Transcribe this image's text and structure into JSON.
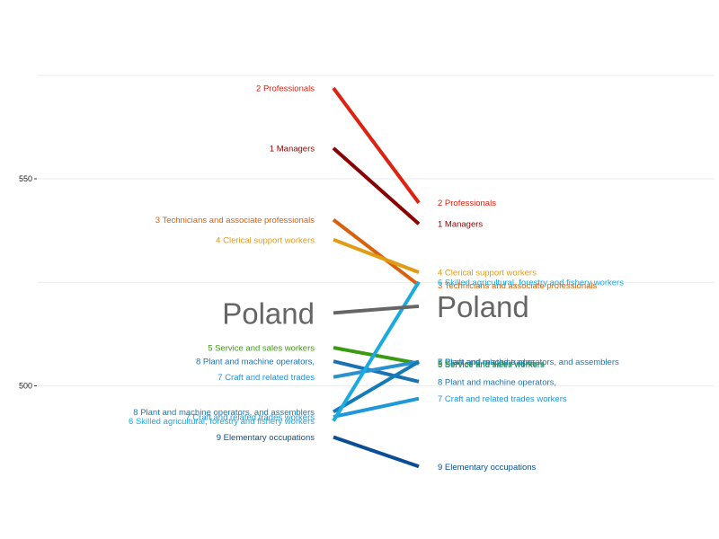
{
  "chart_data": {
    "type": "line",
    "title": "",
    "xlabel": "",
    "ylabel": "",
    "grid": true,
    "ylim": [
      476,
      578
    ],
    "yticks": [
      500,
      550
    ],
    "series": [
      {
        "name": "2 Professionals",
        "left": 571.9,
        "right": 544.2,
        "color": "#dd2211"
      },
      {
        "name": "1 Managers",
        "left": 557.4,
        "right": 539.1,
        "color": "#8b0000"
      },
      {
        "name": "3 Technicians and associate professionals",
        "left": 540.1,
        "right": 524.3,
        "color": "#d9600c"
      },
      {
        "name": "4 Clerical support workers",
        "left": 535.3,
        "right": 527.4,
        "color": "#e09c14"
      },
      {
        "name": "5 Service and sales workers",
        "left": 509.2,
        "right": 505.4,
        "color": "#3a9a10"
      },
      {
        "name": "8 Plant and machine operators,",
        "left": 505.9,
        "right": 501.0,
        "color": "#1a72b0"
      },
      {
        "name": "7 Craft and related trades",
        "left": 502.1,
        "right": 505.8,
        "color": "#2a90d0"
      },
      {
        "name": "8 Plant and machine operators, and assemblers",
        "left": 493.7,
        "right": 505.8,
        "color": "#157ab8"
      },
      {
        "name": "7 Craft and related trades workers",
        "left": 492.5,
        "right": 496.9,
        "color": "#1e98d8"
      },
      {
        "name": "6 Skilled agricultural, forestry and fishery workers",
        "left": 491.5,
        "right": 525.1,
        "color": "#19aae0"
      },
      {
        "name": "9 Elementary occupations",
        "left": 487.6,
        "right": 480.5,
        "color": "#0a4f95"
      }
    ],
    "right_only_labels": [
      {
        "text": "5 Service and sales workers",
        "value": 505.2,
        "color": "#1a8a70"
      }
    ],
    "highlight": {
      "name": "Poland",
      "left": 517.6,
      "right": 519.2,
      "color": "#666666"
    }
  }
}
